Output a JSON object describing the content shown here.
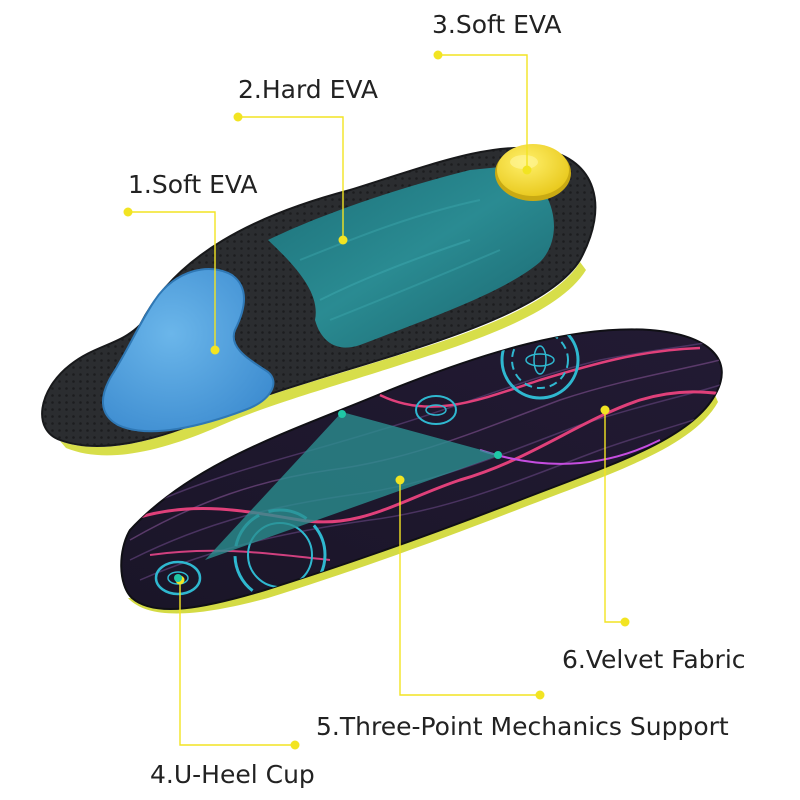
{
  "labels": {
    "soft_eva_heel": "1.Soft EVA",
    "hard_eva": "2.Hard EVA",
    "soft_eva_forefoot": "3.Soft EVA",
    "u_heel_cup": "4.U-Heel Cup",
    "three_point_support": "5.Three-Point Mechanics Support",
    "velvet_fabric": "6.Velvet Fabric"
  },
  "colors": {
    "leader_line": "#f2e422",
    "insole_base": "#2b2d30",
    "hard_eva": "#1f7f86",
    "soft_eva_blue": "#4f9fdc",
    "soft_eva_yellow": "#f3dd23",
    "foam_edge": "#dbe24b",
    "fabric_pink": "#e0407a",
    "fabric_cyan": "#2fb8d0"
  }
}
